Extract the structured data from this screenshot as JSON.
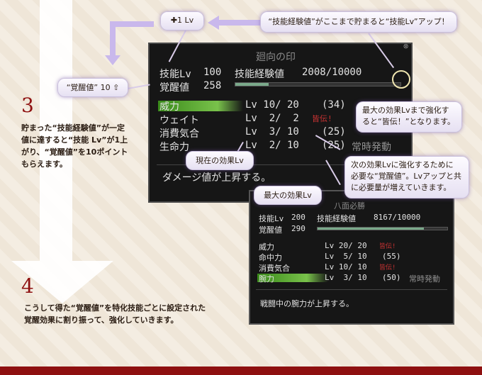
{
  "step3": {
    "number": "3",
    "text": "貯まった“技能経験値”が一定\n値に達すると“技能 Lv”が1上\nがり、“覚醒値”を10ポイント\nもらえます。"
  },
  "step4": {
    "number": "4",
    "text": "こうして得た“覚醒値”を特化技能ごとに設定された\n覚醒効果に割り振って、強化していきます。"
  },
  "callouts": {
    "lv_up": "✚1 Lv",
    "exp_full": "“技能経験値”がここまで貯まると“技能Lv”アップ！",
    "awaken_plus": "“覚醒値” 10 ⇧",
    "max_effect": "最大の効果Lvまで強化す\nると“皆伝！”となります。",
    "current_lv": "現在の効果Lv",
    "next_lv": "次の効果Lvに強化するために\n必要な“覚醒値”。Lvアップと共\nに必要量が増えていきます。",
    "max_lv": "最大の効果Lv"
  },
  "panel1": {
    "title": "廻向の印",
    "skill_lv_label": "技能Lv",
    "skill_lv": "100",
    "exp_label": "技能経験値",
    "exp": "2008/10000",
    "exp_ratio": 0.2,
    "awaken_label": "覚醒値",
    "awaken": "258",
    "rows": [
      {
        "name": "威力",
        "lv": "Lv 10/ 20",
        "cost": "(34)",
        "highlight": true
      },
      {
        "name": "ウェイト",
        "lv": "Lv  2/  2",
        "cost": "皆伝!",
        "red": true
      },
      {
        "name": "消費気合",
        "lv": "Lv  3/ 10",
        "cost": "(25)"
      },
      {
        "name": "生命力",
        "lv": "Lv  2/ 10",
        "cost": "(25)",
        "extra": "常時発動"
      }
    ],
    "description": "ダメージ値が上昇する。"
  },
  "panel2": {
    "title": "八面必勝",
    "skill_lv_label": "技能Lv",
    "skill_lv": "200",
    "exp_label": "技能経験値",
    "exp": "8167/10000",
    "exp_ratio": 0.82,
    "awaken_label": "覚醒値",
    "awaken": "290",
    "rows": [
      {
        "name": "威力",
        "lv": "Lv 20/ 20",
        "cost": "皆伝!",
        "red": true
      },
      {
        "name": "命中力",
        "lv": "Lv  5/ 10",
        "cost": "(55)"
      },
      {
        "name": "消費気合",
        "lv": "Lv 10/ 10",
        "cost": "皆伝!",
        "red": true
      },
      {
        "name": "腕力",
        "lv": "Lv  3/ 10",
        "cost": "(50)",
        "extra": "常時発動",
        "highlight": true
      }
    ],
    "description": "戦闘中の腕力が上昇する。"
  },
  "colors": {
    "accent": "#8e1010",
    "exp_bar": "#7aa98a",
    "red_text": "#cc3333"
  }
}
